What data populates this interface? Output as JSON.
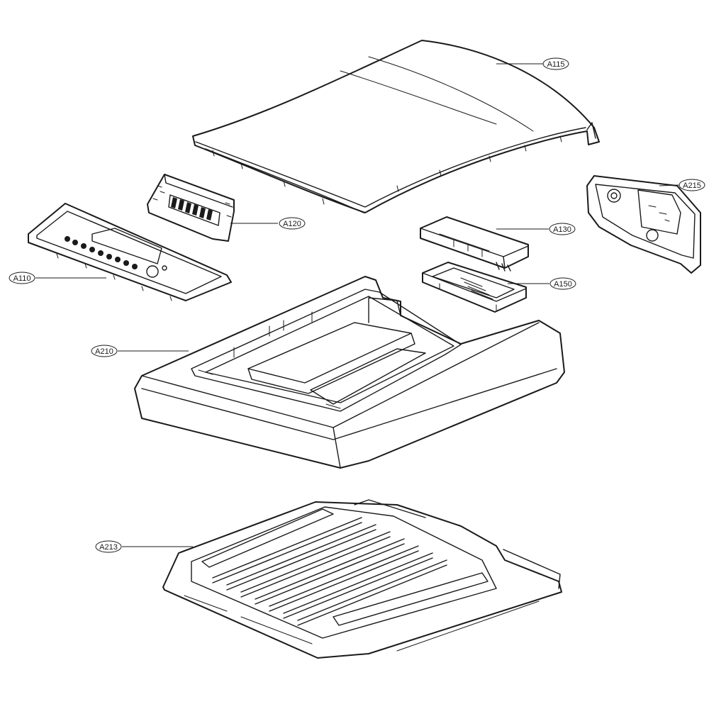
{
  "callouts": {
    "a115": "A115",
    "a120": "A120",
    "a215": "A215",
    "a130": "A130",
    "a150": "A150",
    "a110": "A110",
    "a210": "A210",
    "a213": "A213"
  }
}
